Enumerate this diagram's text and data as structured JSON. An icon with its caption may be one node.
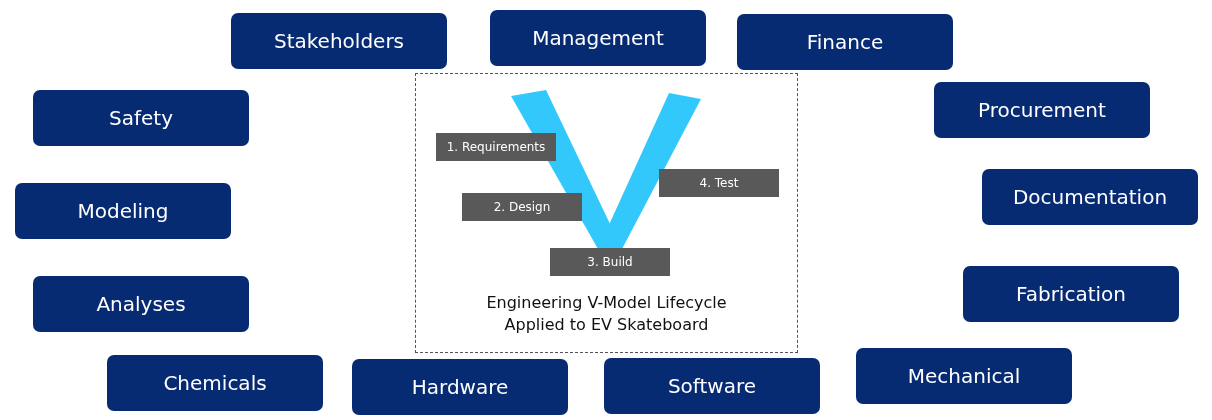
{
  "diagram": {
    "nodes": [
      {
        "text": [
          "Stakeholders"
        ]
      },
      {
        "text": [
          "Management"
        ]
      },
      {
        "text": [
          "Finance"
        ]
      },
      {
        "text": [
          "Safety"
        ]
      },
      {
        "text": [
          "Procurement"
        ]
      },
      {
        "text": [
          "Engineering V-Model Lifecycle Applied to EV Skateboard"
        ]
      },
      {
        "text": [
          "1. Requirements"
        ],
        "in": 5
      },
      {
        "text": [
          "4. Test"
        ],
        "in": 5
      },
      {
        "text": [
          "2. Design"
        ],
        "in": 5
      },
      {
        "text": [
          "3. Build"
        ],
        "in": 5
      },
      {
        "text": [
          "Modeling"
        ]
      },
      {
        "text": [
          "Documentation"
        ]
      },
      {
        "text": [
          "Analyses"
        ]
      },
      {
        "text": [
          "Fabrication"
        ]
      },
      {
        "text": [
          "Chemicals"
        ]
      },
      {
        "text": [
          "Hardware"
        ]
      },
      {
        "text": [
          "Software"
        ]
      },
      {
        "text": [
          "Mechanical"
        ]
      }
    ],
    "edges": []
  }
}
